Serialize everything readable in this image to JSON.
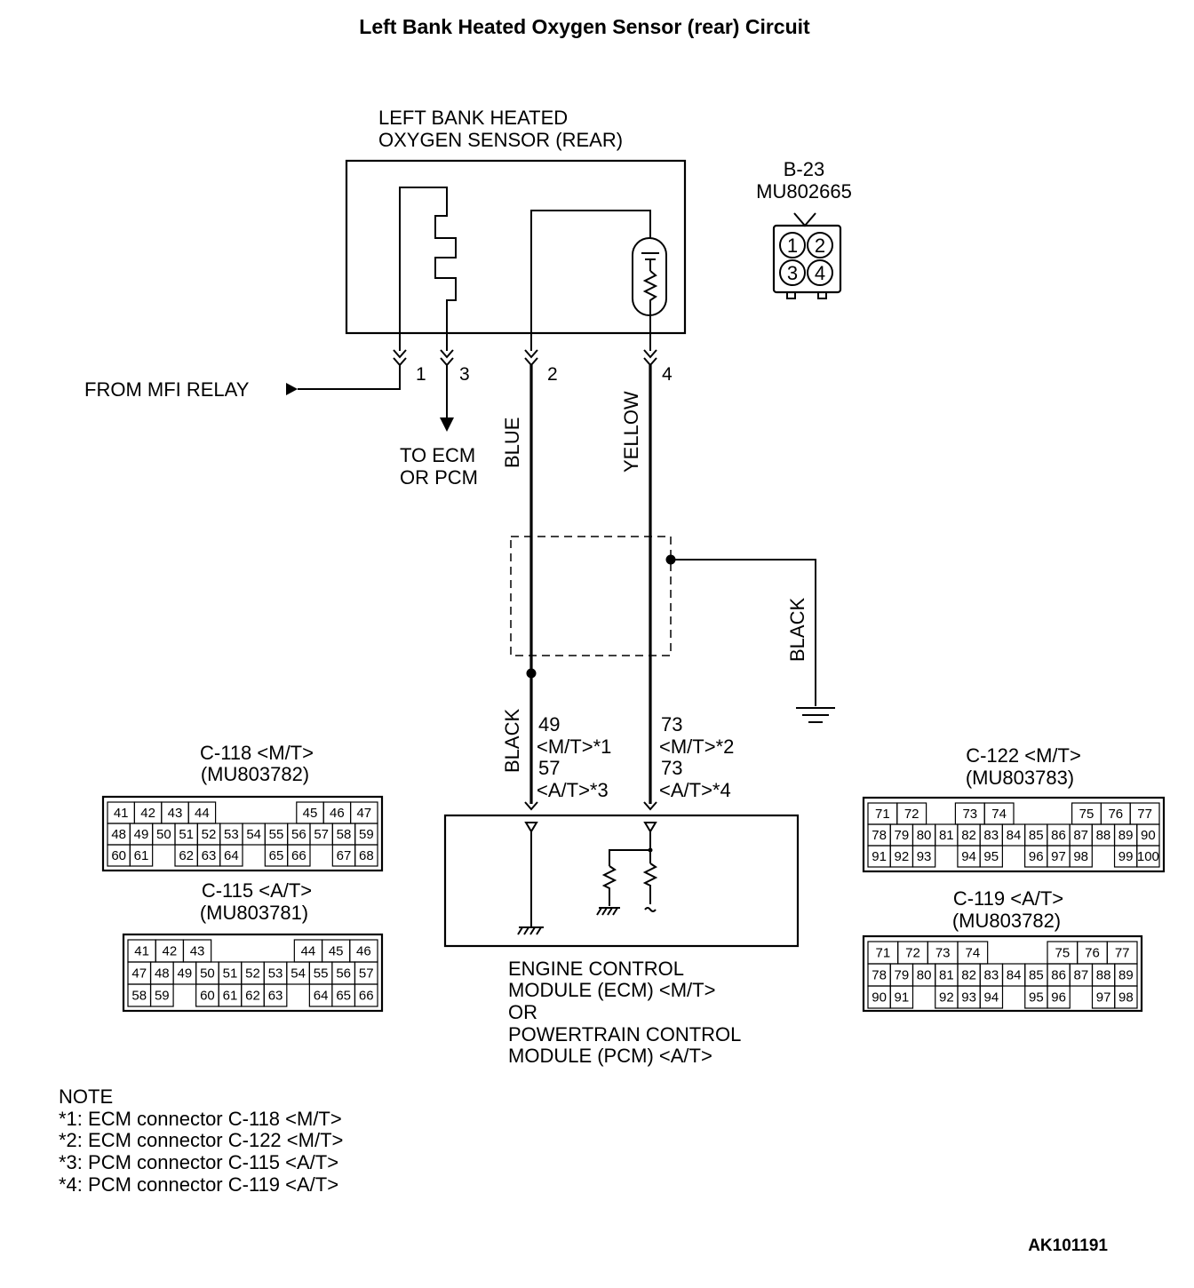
{
  "title": "Left Bank Heated Oxygen Sensor (rear) Circuit",
  "sensor": {
    "label_line1": "LEFT BANK HEATED",
    "label_line2": "OXYGEN SENSOR (REAR)",
    "connector_id": "B-23",
    "connector_part": "MU802665",
    "connector_pins": [
      "1",
      "2",
      "3",
      "4"
    ]
  },
  "pins": {
    "p1": "1",
    "p2": "2",
    "p3": "3",
    "p4": "4"
  },
  "from_mfi_relay": "FROM MFI RELAY",
  "to_ecm_line1": "TO ECM",
  "to_ecm_line2": "OR PCM",
  "wire_colors": {
    "blue": "BLUE",
    "yellow": "YELLOW",
    "black_left": "BLACK",
    "black_ground": "BLACK"
  },
  "ecm_terminals": {
    "left_line1": "49",
    "left_line2": "<M/T>*1",
    "left_line3": "57",
    "left_line4": "<A/T>*3",
    "right_line1": "73",
    "right_line2": "<M/T>*2",
    "right_line3": "73",
    "right_line4": "<A/T>*4"
  },
  "module": {
    "line1": "ENGINE CONTROL",
    "line2": "MODULE (ECM) <M/T>",
    "line3": "OR",
    "line4": "POWERTRAIN CONTROL",
    "line5": "MODULE (PCM) <A/T>"
  },
  "connectors": {
    "c118": {
      "title": "C-118 <M/T>",
      "part": "(MU803782)",
      "rows": [
        [
          "41",
          "42",
          "43",
          "44",
          "",
          "",
          "",
          "45",
          "46",
          "47"
        ],
        [
          "48",
          "49",
          "50",
          "51",
          "52",
          "53",
          "54",
          "55",
          "56",
          "57",
          "58",
          "59"
        ],
        [
          "60",
          "61",
          "",
          "62",
          "63",
          "64",
          "",
          "65",
          "66",
          "",
          "67",
          "68"
        ]
      ]
    },
    "c115": {
      "title": "C-115 <A/T>",
      "part": "(MU803781)",
      "rows": [
        [
          "41",
          "42",
          "43",
          "",
          "",
          "",
          "44",
          "45",
          "46"
        ],
        [
          "47",
          "48",
          "49",
          "50",
          "51",
          "52",
          "53",
          "54",
          "55",
          "56",
          "57"
        ],
        [
          "58",
          "59",
          "",
          "60",
          "61",
          "62",
          "63",
          "",
          "64",
          "65",
          "66"
        ]
      ]
    },
    "c122": {
      "title": "C-122 <M/T>",
      "part": "(MU803783)",
      "rows": [
        [
          "71",
          "72",
          "",
          "73",
          "74",
          "",
          "",
          "75",
          "76",
          "77"
        ],
        [
          "78",
          "79",
          "80",
          "81",
          "82",
          "83",
          "84",
          "85",
          "86",
          "87",
          "88",
          "89",
          "90"
        ],
        [
          "91",
          "92",
          "93",
          "",
          "94",
          "95",
          "",
          "96",
          "97",
          "98",
          "",
          "99",
          "100"
        ]
      ]
    },
    "c119": {
      "title": "C-119 <A/T>",
      "part": "(MU803782)",
      "rows": [
        [
          "71",
          "72",
          "73",
          "74",
          "",
          "",
          "75",
          "76",
          "77"
        ],
        [
          "78",
          "79",
          "80",
          "81",
          "82",
          "83",
          "84",
          "85",
          "86",
          "87",
          "88",
          "89"
        ],
        [
          "90",
          "91",
          "",
          "92",
          "93",
          "94",
          "",
          "95",
          "96",
          "",
          "97",
          "98"
        ]
      ]
    }
  },
  "note": {
    "heading": "NOTE",
    "lines": [
      "*1: ECM connector C-118 <M/T>",
      "*2: ECM connector C-122 <M/T>",
      "*3: PCM connector C-115 <A/T>",
      "*4: PCM connector C-119 <A/T>"
    ]
  },
  "figure_id": "AK101191"
}
